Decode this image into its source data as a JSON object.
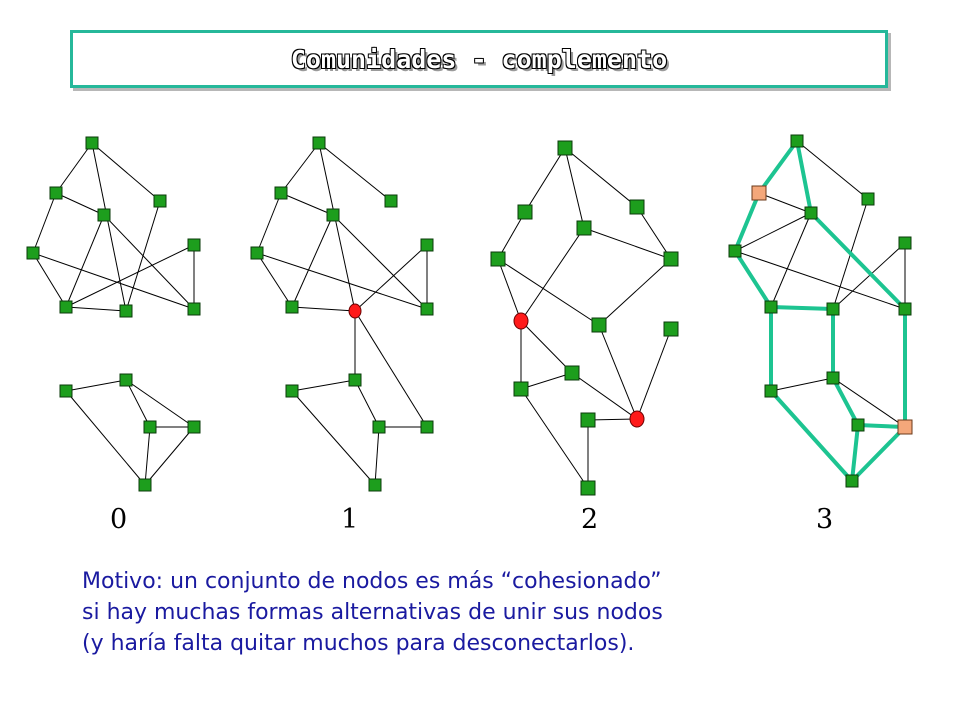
{
  "title": "Comunidades - complemento",
  "labels": [
    "0",
    "1",
    "2",
    "3"
  ],
  "caption": [
    "Motivo: un conjunto de nodos es más “cohesionado”",
    "si hay muchas formas alternativas de unir sus nodos",
    "(y haría falta quitar muchos para desconectarlos)."
  ],
  "colors": {
    "node": "#1d9e1d",
    "cut_node": "#ff1a1a",
    "endpoint_node": "#f4a77a",
    "path": "#1dc491",
    "title_border": "#26b89a",
    "caption": "#1a1aa0"
  }
}
